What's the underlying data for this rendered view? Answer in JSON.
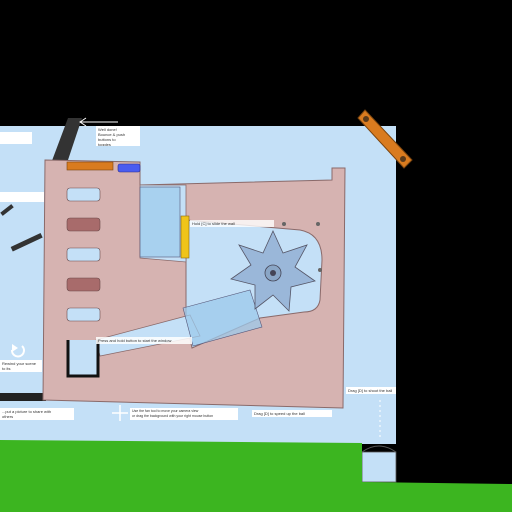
{
  "scene": {
    "background": "#000000",
    "sky_color": "#c4e0f7",
    "ground_color": "#3cb520",
    "machine_color": "#d6b3b1",
    "slot_color": "#a86b6b",
    "glass_color": "#9ccaeb",
    "gear_color": "#9ab7d9",
    "trigger_color": "#f0c419",
    "plank_color": "#d97b1f"
  },
  "hints": {
    "welcome": "Well done!\nBounce & push buttons to\ntoggles",
    "slide_door": "Hold [C] to slide the wall",
    "start_window": "Press and hold button to start the window",
    "shoot_ball": "Drag [D] to shoot the ball",
    "speed_up": "Drag [D] to speed up the ball",
    "move_camera": "Use the fan tool to move your camera view\nor drag the background with your right mouse button",
    "reset": "Rewind your scene to its\nstart",
    "left_panel": "...put a picture to share with\nothers"
  },
  "icons": [
    "back-arrow-icon",
    "reset-icon",
    "move-icon"
  ]
}
